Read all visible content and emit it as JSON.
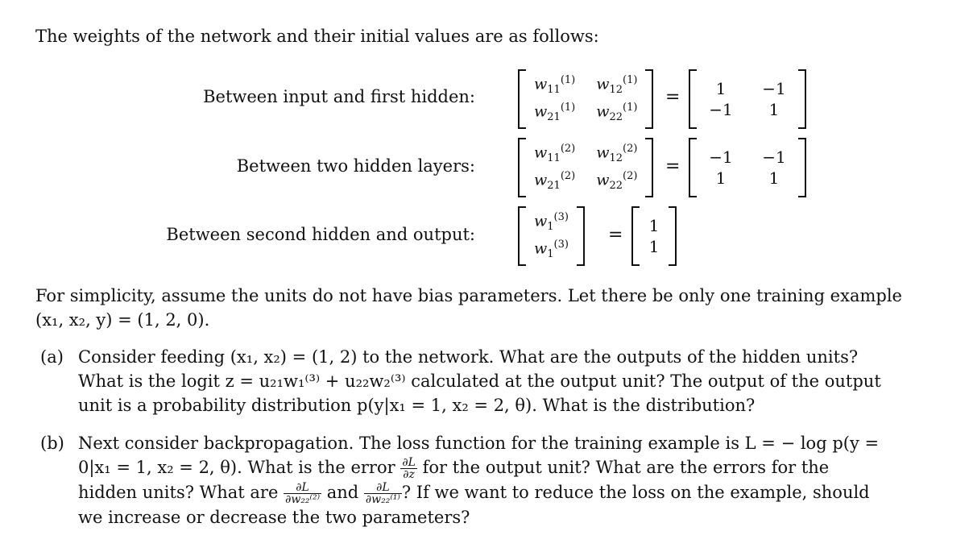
{
  "intro": "The weights of the network and their initial values are as follows:",
  "layers": [
    {
      "label": "Between input and first hidden:",
      "symbols": [
        "w11(1)",
        "w12(1)",
        "w21(1)",
        "w22(1)"
      ],
      "values": [
        "1",
        "−1",
        "−1",
        "1"
      ]
    },
    {
      "label": "Between two hidden layers:",
      "symbols": [
        "w11(2)",
        "w12(2)",
        "w21(2)",
        "w22(2)"
      ],
      "values": [
        "−1",
        "−1",
        "1",
        "1"
      ]
    },
    {
      "label": "Between second hidden and output:",
      "symbols": [
        "w1(3)",
        "w1(3)"
      ],
      "values": [
        "1",
        "1"
      ]
    }
  ],
  "assumption_line1": "For simplicity, assume the units do not have bias parameters. Let there be only one training example",
  "assumption_line2": "(x₁, x₂, y) = (1, 2, 0).",
  "part_a": {
    "tag": "(a)",
    "line1": "Consider feeding (x₁, x₂) = (1, 2) to the network. What are the outputs of the hidden units?",
    "line2": "What is the logit z = u₂₁w₁⁽³⁾ + u₂₂w₂⁽³⁾ calculated at the output unit? The output of the output",
    "line3": "unit is a probability distribution p(y|x₁ = 1, x₂ = 2, θ). What is the distribution?"
  },
  "part_b": {
    "tag": "(b)",
    "line1": "Next consider backpropagation. The loss function for the training example is L = − log p(y =",
    "line2_pre": "0|x₁ = 1, x₂ = 2, θ). What is the error",
    "line2_post": "for the output unit? What are the errors for the",
    "line3_pre": "hidden units? What are",
    "line3_mid": "and",
    "line3_post": "? If we want to reduce the loss on the example, should",
    "line4": "we increase or decrease the two parameters?",
    "frac_num": "∂L",
    "frac_den_z": "∂z",
    "frac_den_w2": "∂w₂₂⁽²⁾",
    "frac_den_w1": "∂w₂₂⁽¹⁾"
  }
}
